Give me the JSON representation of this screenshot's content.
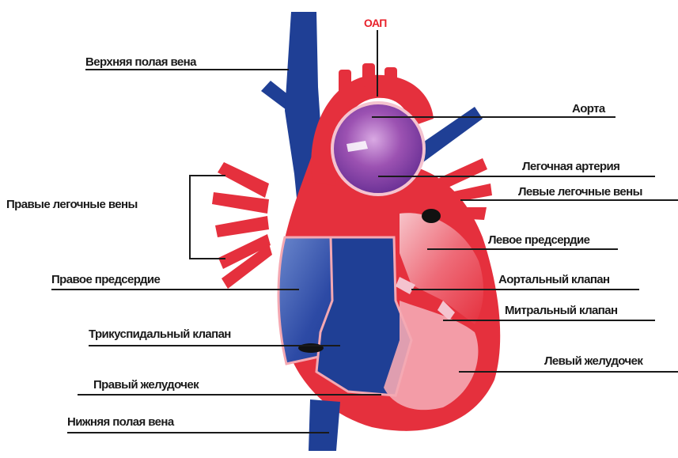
{
  "diagram": {
    "labels": {
      "oap": "ОАП",
      "superior_vena_cava": "Верхняя полая вена",
      "aorta": "Аорта",
      "pulmonary_artery": "Легочная артерия",
      "left_pulmonary_veins": "Левые легочные вены",
      "right_pulmonary_veins": "Правые легочные вены",
      "left_atrium": "Левое предсердие",
      "right_atrium": "Правое предсердие",
      "aortic_valve": "Аортальный клапан",
      "mitral_valve": "Митральный клапан",
      "tricuspid_valve": "Трикуспидальный клапан",
      "left_ventricle": "Левый желудочек",
      "right_ventricle": "Правый желудочек",
      "inferior_vena_cava": "Нижняя полая вена"
    },
    "colors": {
      "oxygenated": "#e5303d",
      "deoxygenated": "#1f3f95",
      "pulmonary_artery": "#8a3c9e",
      "chamber_pink": "#f4a8b2",
      "label_highlight": "#e8202a",
      "leader_line": "#1a1a1a"
    }
  }
}
